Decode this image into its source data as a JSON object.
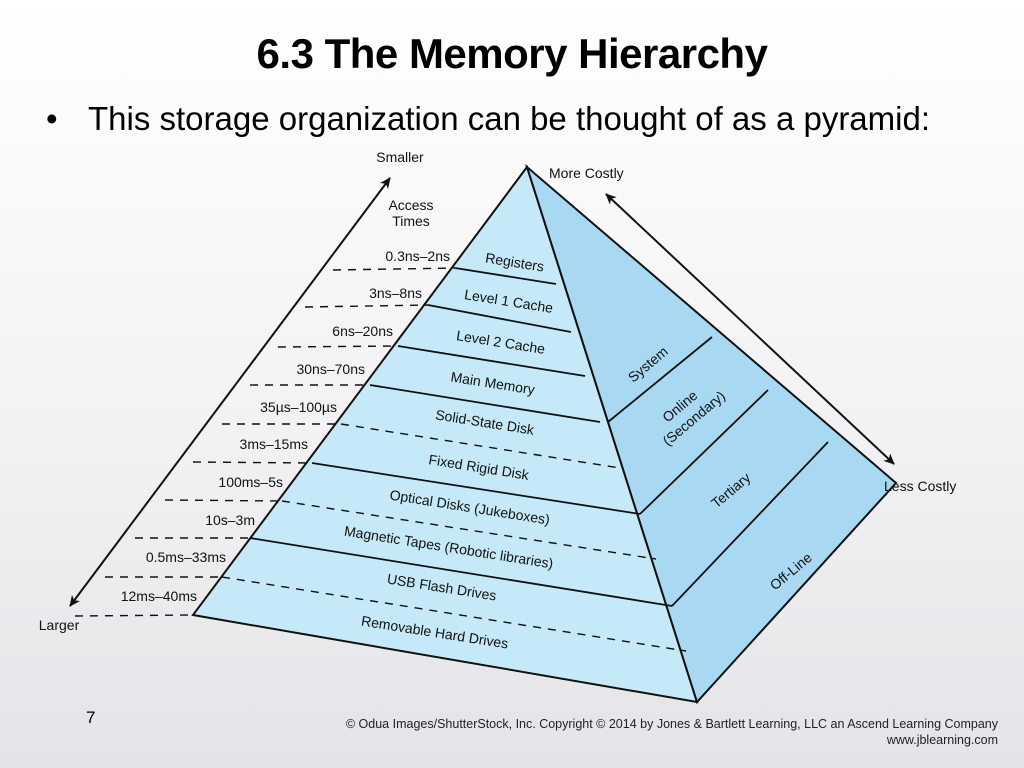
{
  "slide": {
    "title": "6.3 The Memory Hierarchy",
    "bullet": "This storage organization can be thought of as a pyramid:",
    "page_number": "7",
    "credit_line1": "© Odua Images/ShutterStock, Inc. Copyright © 2014 by Jones & Bartlett Learning, LLC an Ascend Learning Company",
    "credit_line2": "www.jblearning.com"
  },
  "diagram": {
    "left_axis_top": "Smaller",
    "left_axis_bottom": "Larger",
    "access_times_line1": "Access",
    "access_times_line2": "Times",
    "right_axis_top": "More Costly",
    "right_axis_bottom": "Less Costly",
    "layers": [
      {
        "label": "Registers",
        "time": "0.3ns–2ns"
      },
      {
        "label": "Level 1 Cache",
        "time": "3ns–8ns"
      },
      {
        "label": "Level 2 Cache",
        "time": "6ns–20ns"
      },
      {
        "label": "Main Memory",
        "time": "30ns–70ns"
      },
      {
        "label": "Solid-State Disk",
        "time": "35µs–100µs"
      },
      {
        "label": "Fixed Rigid Disk",
        "time": "3ms–15ms"
      },
      {
        "label": "Optical Disks (Jukeboxes)",
        "time": "100ms–5s"
      },
      {
        "label": "Magnetic Tapes (Robotic libraries)",
        "time": "10s–3m"
      },
      {
        "label": "USB Flash Drives",
        "time": "0.5ms–33ms"
      },
      {
        "label": "Removable Hard Drives",
        "time": "12ms–40ms"
      }
    ],
    "side_sections": {
      "system": "System",
      "online_line1": "Online",
      "online_line2": "(Secondary)",
      "tertiary": "Tertiary",
      "offline": "Off-Line"
    }
  }
}
